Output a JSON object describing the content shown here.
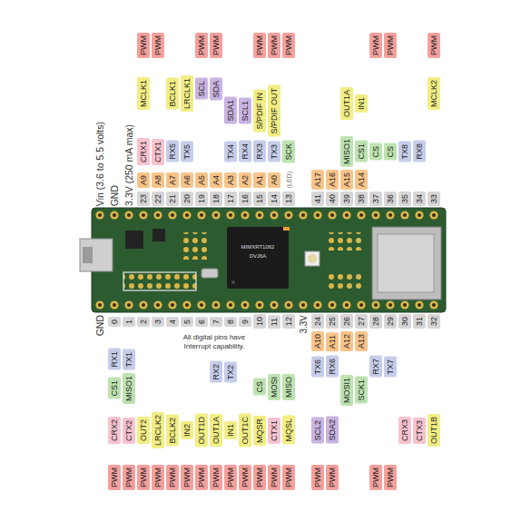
{
  "diagram": {
    "nodes": [
      {
        "text": [
          "PWM"
        ]
      },
      {
        "text": [
          "PWM"
        ]
      },
      {
        "text": [
          "PWM"
        ]
      },
      {
        "text": [
          "PWM"
        ]
      },
      {
        "text": [
          "PWM"
        ]
      },
      {
        "text": [
          "PWM"
        ]
      },
      {
        "text": [
          "PWM"
        ]
      },
      {
        "text": [
          "PWM"
        ]
      },
      {
        "text": [
          "PWM"
        ]
      },
      {
        "text": [
          "PWM"
        ]
      },
      {
        "text": [
          "MCLK1"
        ]
      },
      {
        "text": [
          "BCLK1"
        ]
      },
      {
        "text": [
          "LRCLK1"
        ]
      },
      {
        "text": [
          "SCL"
        ]
      },
      {
        "text": [
          "SDA"
        ]
      },
      {
        "text": [
          "SDA1"
        ]
      },
      {
        "text": [
          "SCL1"
        ]
      },
      {
        "text": [
          "S/PDIF IN"
        ]
      },
      {
        "text": [
          "S/PDIF OUT"
        ]
      },
      {
        "text": [
          "OUT1A"
        ]
      },
      {
        "text": [
          "IN1"
        ]
      },
      {
        "text": [
          "MCLK2"
        ]
      },
      {
        "text": [
          "CRX1"
        ]
      },
      {
        "text": [
          "CTX1"
        ]
      },
      {
        "text": [
          "RX5"
        ]
      },
      {
        "text": [
          "TX5"
        ]
      },
      {
        "text": [
          "TX4"
        ]
      },
      {
        "text": [
          "RX4"
        ]
      },
      {
        "text": [
          "RX3"
        ]
      },
      {
        "text": [
          "TX3"
        ]
      },
      {
        "text": [
          "SCK"
        ]
      },
      {
        "text": [
          "MISO1"
        ]
      },
      {
        "text": [
          "CS1"
        ]
      },
      {
        "text": [
          "CS"
        ]
      },
      {
        "text": [
          "CS"
        ]
      },
      {
        "text": [
          "TX8"
        ]
      },
      {
        "text": [
          "RX8"
        ]
      },
      {
        "text": [
          "A9"
        ]
      },
      {
        "text": [
          "A8"
        ]
      },
      {
        "text": [
          "A7"
        ]
      },
      {
        "text": [
          "A6"
        ]
      },
      {
        "text": [
          "A5"
        ]
      },
      {
        "text": [
          "A4"
        ]
      },
      {
        "text": [
          "A3"
        ]
      },
      {
        "text": [
          "A2"
        ]
      },
      {
        "text": [
          "A1"
        ]
      },
      {
        "text": [
          "A0"
        ]
      },
      {
        "text": [
          "A17"
        ]
      },
      {
        "text": [
          "A16"
        ]
      },
      {
        "text": [
          "A15"
        ]
      },
      {
        "text": [
          "A14"
        ]
      },
      {
        "text": [
          "23"
        ]
      },
      {
        "text": [
          "22"
        ]
      },
      {
        "text": [
          "21"
        ]
      },
      {
        "text": [
          "20"
        ]
      },
      {
        "text": [
          "19"
        ]
      },
      {
        "text": [
          "18"
        ]
      },
      {
        "text": [
          "17"
        ]
      },
      {
        "text": [
          "16"
        ]
      },
      {
        "text": [
          "15"
        ]
      },
      {
        "text": [
          "14"
        ]
      },
      {
        "text": [
          "13"
        ]
      },
      {
        "text": [
          "41"
        ]
      },
      {
        "text": [
          "40"
        ]
      },
      {
        "text": [
          "39"
        ]
      },
      {
        "text": [
          "38"
        ]
      },
      {
        "text": [
          "37"
        ]
      },
      {
        "text": [
          "36"
        ]
      },
      {
        "text": [
          "35"
        ]
      },
      {
        "text": [
          "34"
        ]
      },
      {
        "text": [
          "33"
        ]
      },
      {
        "text": [
          "0"
        ]
      },
      {
        "text": [
          "1"
        ]
      },
      {
        "text": [
          "2"
        ]
      },
      {
        "text": [
          "3"
        ]
      },
      {
        "text": [
          "4"
        ]
      },
      {
        "text": [
          "5"
        ]
      },
      {
        "text": [
          "6"
        ]
      },
      {
        "text": [
          "7"
        ]
      },
      {
        "text": [
          "8"
        ]
      },
      {
        "text": [
          "9"
        ]
      },
      {
        "text": [
          "10"
        ]
      },
      {
        "text": [
          "11"
        ]
      },
      {
        "text": [
          "12"
        ]
      },
      {
        "text": [
          "24"
        ]
      },
      {
        "text": [
          "25"
        ]
      },
      {
        "text": [
          "26"
        ]
      },
      {
        "text": [
          "27"
        ]
      },
      {
        "text": [
          "28"
        ]
      },
      {
        "text": [
          "29"
        ]
      },
      {
        "text": [
          "30"
        ]
      },
      {
        "text": [
          "31"
        ]
      },
      {
        "text": [
          "32"
        ]
      },
      {
        "text": [
          "A10"
        ]
      },
      {
        "text": [
          "A11"
        ]
      },
      {
        "text": [
          "A12"
        ]
      },
      {
        "text": [
          "A13"
        ]
      },
      {
        "text": [
          "RX1"
        ]
      },
      {
        "text": [
          "TX1"
        ]
      },
      {
        "text": [
          "RX2"
        ]
      },
      {
        "text": [
          "TX2"
        ]
      },
      {
        "text": [
          "TX6"
        ]
      },
      {
        "text": [
          "RX6"
        ]
      },
      {
        "text": [
          "RX7"
        ]
      },
      {
        "text": [
          "TX7"
        ]
      },
      {
        "text": [
          "CS1"
        ]
      },
      {
        "text": [
          "MISO1"
        ]
      },
      {
        "text": [
          "CS"
        ]
      },
      {
        "text": [
          "MOSI"
        ]
      },
      {
        "text": [
          "MISO"
        ]
      },
      {
        "text": [
          "MOSI1"
        ]
      },
      {
        "text": [
          "SCK1"
        ]
      },
      {
        "text": [
          "CRX2"
        ]
      },
      {
        "text": [
          "CTX2"
        ]
      },
      {
        "text": [
          "OUT2"
        ]
      },
      {
        "text": [
          "LRCLK2"
        ]
      },
      {
        "text": [
          "BCLK2"
        ]
      },
      {
        "text": [
          "IN2"
        ]
      },
      {
        "text": [
          "OUT1D"
        ]
      },
      {
        "text": [
          "OUT1A"
        ]
      },
      {
        "text": [
          "IN1"
        ]
      },
      {
        "text": [
          "OUT1C"
        ]
      },
      {
        "text": [
          "MQSR"
        ]
      },
      {
        "text": [
          "CTX1"
        ]
      },
      {
        "text": [
          "MQSL"
        ]
      },
      {
        "text": [
          "SCL2"
        ]
      },
      {
        "text": [
          "SDA2"
        ]
      },
      {
        "text": [
          "CRX3"
        ]
      },
      {
        "text": [
          "CTX3"
        ]
      },
      {
        "text": [
          "OUT1B"
        ]
      },
      {
        "text": [
          "PWM"
        ]
      },
      {
        "text": [
          "PWM"
        ]
      },
      {
        "text": [
          "PWM"
        ]
      },
      {
        "text": [
          "PWM"
        ]
      },
      {
        "text": [
          "PWM"
        ]
      },
      {
        "text": [
          "PWM"
        ]
      },
      {
        "text": [
          "PWM"
        ]
      },
      {
        "text": [
          "PWM"
        ]
      },
      {
        "text": [
          "PWM"
        ]
      },
      {
        "text": [
          "PWM"
        ]
      },
      {
        "text": [
          "PWM"
        ]
      },
      {
        "text": [
          "PWM"
        ]
      },
      {
        "text": [
          "PWM"
        ]
      },
      {
        "text": [
          "PWM"
        ]
      },
      {
        "text": [
          "PWM"
        ]
      },
      {
        "text": [
          "PWM"
        ]
      },
      {
        "text": [
          "PWM"
        ]
      }
    ],
    "labels": [
      "Vin (3.6 to 5.5 volts)",
      "GND",
      "3.3V (250 mA max)",
      "(LED)",
      "GND",
      "3.3V",
      "All digital pins have Interrupt capability.",
      "MIMXRT1062",
      "DVJ6A"
    ]
  }
}
